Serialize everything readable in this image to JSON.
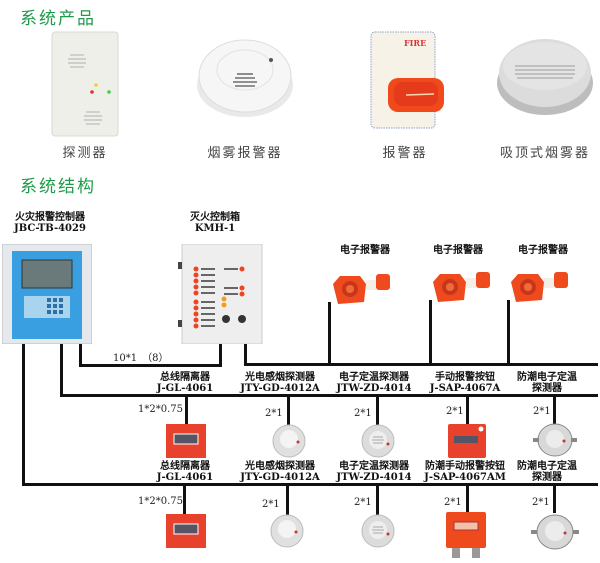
{
  "sections": {
    "products_title": "系统产品",
    "structure_title": "系统结构"
  },
  "products": [
    {
      "label": "探测器",
      "icon": "gas-detector-icon"
    },
    {
      "label": "烟雾报警器",
      "icon": "smoke-alarm-icon"
    },
    {
      "label": "报警器",
      "icon": "fire-strobe-alarm-icon",
      "badge_text": "FIRE"
    },
    {
      "label": "吸顶式烟雾器",
      "icon": "ceiling-smoke-detector-icon"
    }
  ],
  "controllers": {
    "fire_alarm": {
      "name": "火灾报警控制器",
      "model": "JBC-TB-4029"
    },
    "extinguish_box": {
      "name": "灭火控制箱",
      "model": "KMH-1"
    }
  },
  "sirens": [
    {
      "label": "电子报警器"
    },
    {
      "label": "电子报警器"
    },
    {
      "label": "电子报警器"
    }
  ],
  "wire_spec_controller": "10*1　（8）",
  "row1": {
    "devices": [
      {
        "name": "总线隔离器",
        "model": "J-GL-4061",
        "wire": "1*2*0.75",
        "type": "isolator"
      },
      {
        "name": "光电感烟探测器",
        "model": "JTY-GD-4012A",
        "wire": "2*1",
        "type": "smoke-detector"
      },
      {
        "name": "电子定温探测器",
        "model": "JTW-ZD-4014",
        "wire": "2*1",
        "type": "heat-detector"
      },
      {
        "name": "手动报警按钮",
        "model": "J-SAP-4067A",
        "wire": "2*1",
        "type": "manual-call-point"
      },
      {
        "name": "防潮电子定温",
        "model": "探测器",
        "wire": "2*1",
        "type": "moisture-proof-heat-detector"
      }
    ]
  },
  "row2": {
    "devices": [
      {
        "name": "总线隔离器",
        "model": "J-GL-4061",
        "wire": "1*2*0.75",
        "type": "isolator"
      },
      {
        "name": "光电感烟探测器",
        "model": "JTY-GD-4012A",
        "wire": "2*1",
        "type": "smoke-detector"
      },
      {
        "name": "电子定温探测器",
        "model": "JTW-ZD-4014",
        "wire": "2*1",
        "type": "heat-detector"
      },
      {
        "name": "防潮手动报警按钮",
        "model": "J-SAP-4067AM",
        "wire": "2*1",
        "type": "moisture-proof-call-point"
      },
      {
        "name": "防潮电子定温",
        "model": "探测器",
        "wire": "2*1",
        "type": "moisture-proof-heat-detector"
      }
    ]
  },
  "colors": {
    "heading": "#1f9a4a",
    "panel_blue": "#3a9fe0",
    "device_red": "#e8412c",
    "wire": "#111111"
  }
}
